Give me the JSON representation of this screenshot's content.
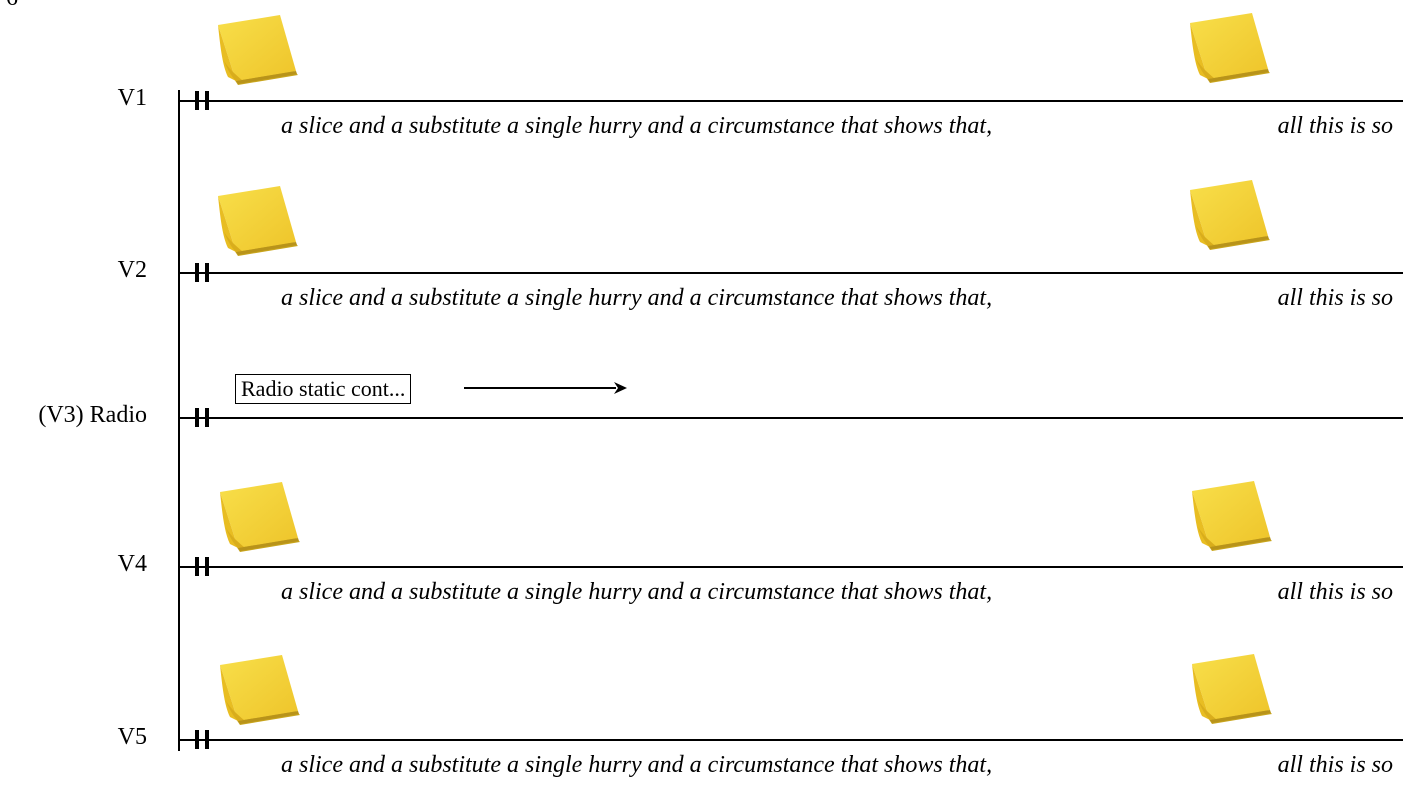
{
  "page_number": "6",
  "staves": [
    {
      "label": "V1",
      "lyric_a": "a slice and a substitute a single hurry and a circumstance that shows that,",
      "lyric_b": "all this is so",
      "icons": [
        "sticky-note-icon",
        "sticky-note-icon"
      ]
    },
    {
      "label": "V2",
      "lyric_a": "a slice and a substitute a single hurry and a circumstance that shows that,",
      "lyric_b": "all this is so",
      "icons": [
        "sticky-note-icon",
        "sticky-note-icon"
      ]
    },
    {
      "label": "(V3) Radio",
      "annotation": "Radio static cont...",
      "icons": [
        "arrow-right-icon"
      ]
    },
    {
      "label": "V4",
      "lyric_a": "a slice and a substitute a single hurry and a circumstance that shows that,",
      "lyric_b": "all this is so",
      "icons": [
        "sticky-note-icon",
        "sticky-note-icon"
      ]
    },
    {
      "label": "V5",
      "lyric_a": "a slice and a substitute a single hurry and a circumstance that shows that,",
      "lyric_b": "all this is so",
      "icons": [
        "sticky-note-icon",
        "sticky-note-icon"
      ]
    }
  ],
  "colors": {
    "note_yellow": "#f6d535",
    "note_shadow": "#c9a51c",
    "ink": "#000000"
  }
}
